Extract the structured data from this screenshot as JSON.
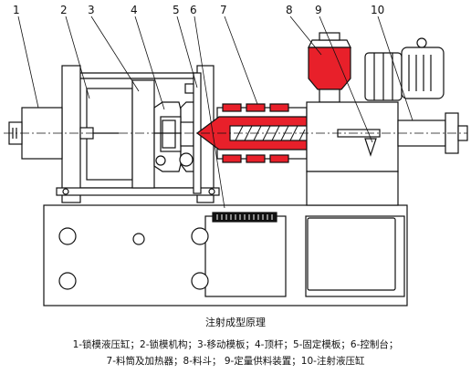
{
  "diagram": {
    "title": "注射成型原理",
    "callouts": [
      "1",
      "2",
      "3",
      "4",
      "5",
      "6",
      "7",
      "8",
      "9",
      "10"
    ],
    "legend_lines": [
      "1-锁模液压缸；2-锁模机构；3-移动模板；4-顶杆；5-固定模板；6-控制台；",
      "7-料筒及加热器；8-料斗；  9-定量供料装置；10-注射液压缸"
    ],
    "colors": {
      "line": "#111111",
      "melt_red": "#e8202a",
      "hopper_red": "#e8202a",
      "background": "#ffffff"
    }
  }
}
